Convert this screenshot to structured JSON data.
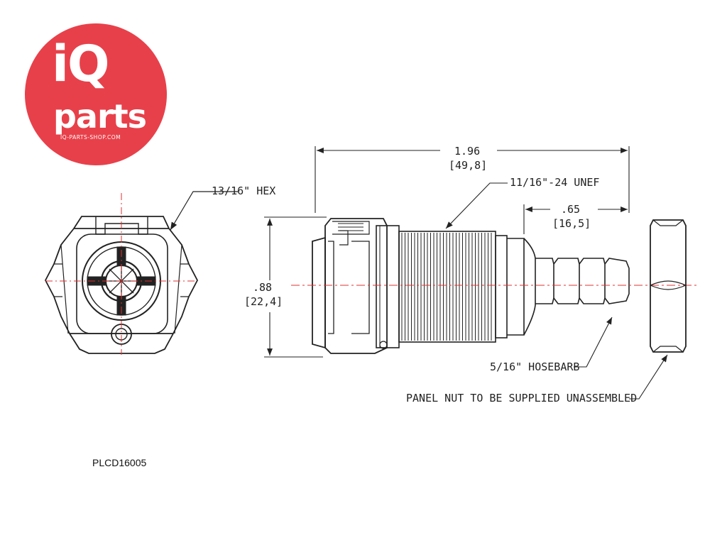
{
  "logo": {
    "mark": "iQ",
    "word": "parts",
    "url": "IQ-PARTS-SHOP.COM",
    "brand_color": "#e8404a"
  },
  "labels": {
    "hex": "13/16\" HEX",
    "overall_length_in": "1.96",
    "overall_length_mm": "[49,8]",
    "thread": "11/16\"-24 UNEF",
    "barb_length_in": ".65",
    "barb_length_mm": "[16,5]",
    "diameter_in": ".88",
    "diameter_mm": "[22,4]",
    "hosebarb": "5/16\" HOSEBARB",
    "panel_nut_note": "PANEL NUT TO BE SUPPLIED UNASSEMBLED"
  },
  "part_number": "PLCD16005",
  "colors": {
    "centerline": "#e03030",
    "line": "#222222"
  }
}
